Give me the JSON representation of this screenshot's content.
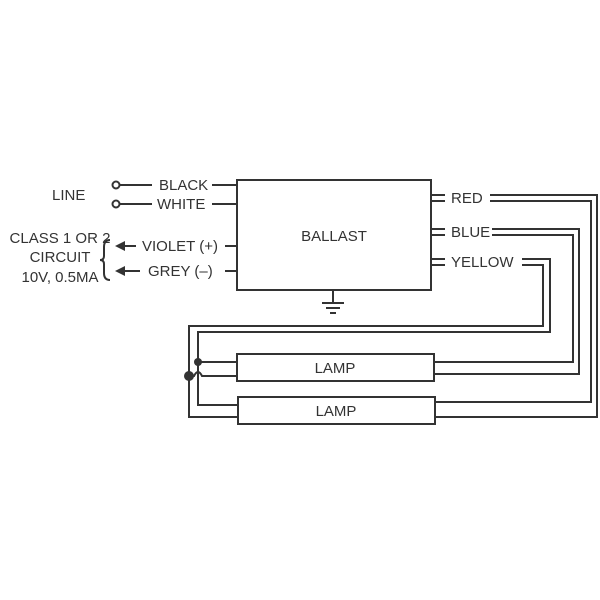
{
  "diagram": {
    "ballast_label": "BALLAST",
    "line_label": "LINE",
    "control_label_lines": [
      "CLASS 1 OR 2",
      "CIRCUIT",
      "10V, 0.5MA"
    ],
    "inputs": {
      "black": "BLACK",
      "white": "WHITE",
      "violet": "VIOLET (+)",
      "grey": "GREY (–)"
    },
    "outputs": {
      "red": "RED",
      "blue": "BLUE",
      "yellow": "YELLOW"
    },
    "lamps": [
      "LAMP",
      "LAMP"
    ],
    "ground": "ground-symbol",
    "wire_color": "#333333"
  }
}
